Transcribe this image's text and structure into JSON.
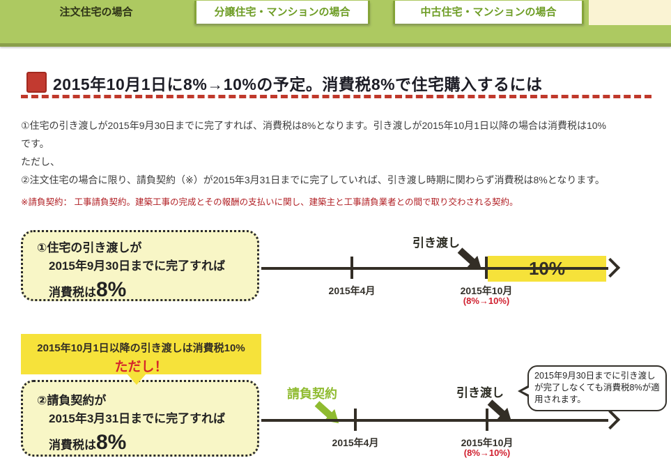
{
  "tabs": {
    "tab1": "注文住宅の場合",
    "tab2": "分譲住宅・マンションの場合",
    "tab3": "中古住宅・マンションの場合"
  },
  "heading": {
    "title": "2015年10月1日に8%→10%の予定。消費税8%で住宅購入するには"
  },
  "intro": {
    "line1": "①住宅の引き渡しが2015年9月30日までに完了すれば、消費税は8%となります。引き渡しが2015年10月1日以降の場合は消費税は10%",
    "line2": "です。",
    "line3": "ただし、",
    "line4": "②注文住宅の場合に限り、請負契約（※）が2015年3月31日までに完了していれば、引き渡し時期に関わらず消費税は8%となります。",
    "note": "※請負契約： 工事請負契約。建築工事の完成とその報酬の支払いに関し、建築主と工事請負業者との間で取り交わされる契約。"
  },
  "timeline1": {
    "box": {
      "line1": "①住宅の引き渡しが",
      "line2": "2015年9月30日までに完了すれば",
      "line3_prefix": "消費税は",
      "line3_value": "8%"
    },
    "handover_label": "引き渡し",
    "april_label": "2015年4月",
    "october_label": "2015年10月",
    "october_sub": "(8%→10%)",
    "rate_bar": "10%"
  },
  "timeline2": {
    "callout": {
      "line1": "2015年10月1日以降の引き渡しは消費税10%",
      "line2": "ただし！"
    },
    "box": {
      "line1": "②請負契約が",
      "line2": "2015年3月31日までに完了すれば",
      "line3_prefix": "消費税は",
      "line3_value": "8%"
    },
    "contract_label": "請負契約",
    "handover_label": "引き渡し",
    "april_label": "2015年4月",
    "october_label": "2015年10月",
    "october_sub": "(8%→10%)",
    "bubble": "2015年9月30日までに引き渡しが完了しなくても消費税8%が適用されます。"
  },
  "colors": {
    "header_green": "#adc961",
    "header_edge": "#8a9f4b",
    "cream": "#faf3d3",
    "tab_text_green": "#6e9d26",
    "tab_active_text": "#2e3317",
    "accent_red": "#c0392b",
    "note_red": "#b01e23",
    "pale_yellow": "#f8f6c6",
    "bright_yellow": "#f6e23a",
    "timeline_dark": "#332e26",
    "contract_green": "#8fbb30",
    "rate_red": "#d01f2e"
  }
}
